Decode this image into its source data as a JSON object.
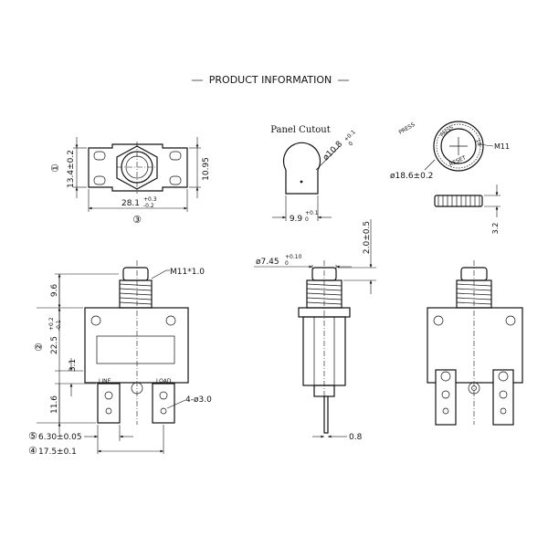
{
  "header": {
    "title": "PRODUCT INFORMATION"
  },
  "panel_cutout": {
    "title": "Panel Cutout"
  },
  "top_view": {
    "callout_1": "①",
    "callout_3": "③",
    "dim_height": "13.4±0.2",
    "dim_width": "28.1",
    "dim_width_tol_upper": "+0.3",
    "dim_width_tol_lower": "-0.2",
    "dim_right": "10.95"
  },
  "cutout": {
    "dim_dia": "ø10.8",
    "dim_dia_tol_upper": "+0.1",
    "dim_dia_tol_lower": "0",
    "dim_flat": "9.9",
    "dim_flat_tol_upper": "+0.1",
    "dim_flat_tol_lower": "0"
  },
  "button_view": {
    "press_label": "PRESS",
    "reset_label": "RESET",
    "dia_label": "10",
    "thread_label": "M11",
    "dim_dia": "ø18.6±0.2",
    "dim_nut_height": "3.2"
  },
  "front_view": {
    "thread_label": "M11*1.0",
    "line_label": "LINE",
    "load_label": "LOAD",
    "hole_label": "4-ø3.0",
    "callout_2": "②",
    "callout_4": "④",
    "callout_5": "⑤",
    "dim_top": "9.6",
    "dim_overall": "22.5",
    "dim_overall_tol_upper": "+0.2",
    "dim_overall_tol_lower": "-0.1",
    "dim_mid": "3.1",
    "dim_terminal": "11.6",
    "dim_pitch": "6.30±0.05",
    "dim_span": "17.5±0.1"
  },
  "side_view": {
    "dim_dia": "ø7.45",
    "dim_dia_tol_upper": "+0.10",
    "dim_dia_tol_lower": "0",
    "dim_top": "2.0±0.5",
    "dim_blade": "0.8"
  }
}
